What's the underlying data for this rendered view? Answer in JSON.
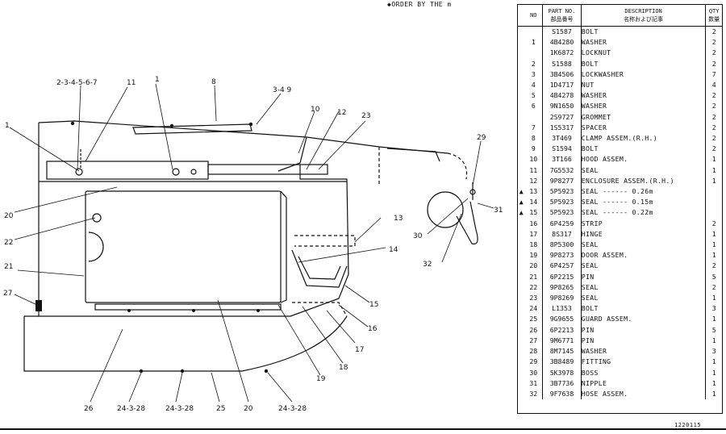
{
  "header_note": "◆ORDER BY THE m",
  "footer_code": "1220115",
  "columns": {
    "no": "NO",
    "part_no": "PART NO.",
    "part_no_jp": "部品番号",
    "description": "DESCRIPTION",
    "description_jp": "名称および記事",
    "qty": "QTY",
    "qty_jp": "数量"
  },
  "parts": [
    {
      "mark": "",
      "no": "",
      "part": "S1587",
      "desc": "BOLT",
      "qty": "2"
    },
    {
      "mark": "",
      "no": "1",
      "part": "4B4280",
      "desc": "WASHER",
      "qty": "2"
    },
    {
      "mark": "",
      "no": "",
      "part": "1K6872",
      "desc": "LOCKNUT",
      "qty": "2"
    },
    {
      "mark": "",
      "no": "2",
      "part": "S1588",
      "desc": "BOLT",
      "qty": "2"
    },
    {
      "mark": "",
      "no": "3",
      "part": "3B4506",
      "desc": "LOCKWASHER",
      "qty": "7"
    },
    {
      "mark": "",
      "no": "4",
      "part": "1D4717",
      "desc": "NUT",
      "qty": "4"
    },
    {
      "mark": "",
      "no": "5",
      "part": "4B4278",
      "desc": "WASHER",
      "qty": "2"
    },
    {
      "mark": "",
      "no": "6",
      "part": "9N1650",
      "desc": "WASHER",
      "qty": "2"
    },
    {
      "mark": "",
      "no": "",
      "part": "2S9727",
      "desc": "GROMMET",
      "qty": "2"
    },
    {
      "mark": "",
      "no": "7",
      "part": "1S5317",
      "desc": "SPACER",
      "qty": "2"
    },
    {
      "mark": "",
      "no": "8",
      "part": "3T469",
      "desc": "CLAMP ASSEM.(R.H.)",
      "qty": "2"
    },
    {
      "mark": "",
      "no": "9",
      "part": "S1594",
      "desc": "BOLT",
      "qty": "2"
    },
    {
      "mark": "",
      "no": "10",
      "part": "3T166",
      "desc": "HOOD ASSEM.",
      "qty": "1"
    },
    {
      "mark": "",
      "no": "11",
      "part": "7G5532",
      "desc": "SEAL",
      "qty": "1"
    },
    {
      "mark": "",
      "no": "12",
      "part": "9P8277",
      "desc": "ENCLOSURE ASSEM.(R.H.)",
      "qty": "1"
    },
    {
      "mark": "▲",
      "no": "13",
      "part": "5P5923",
      "desc": "   SEAL ------ 0.26m",
      "qty": ""
    },
    {
      "mark": "▲",
      "no": "14",
      "part": "5P5923",
      "desc": "   SEAL ------ 0.15m",
      "qty": ""
    },
    {
      "mark": "▲",
      "no": "15",
      "part": "5P5923",
      "desc": "   SEAL ------ 0.22m",
      "qty": ""
    },
    {
      "mark": "",
      "no": "16",
      "part": "6P4259",
      "desc": "   STRIP",
      "qty": "2"
    },
    {
      "mark": "",
      "no": "17",
      "part": "8S317",
      "desc": "   HINGE",
      "qty": "1"
    },
    {
      "mark": "",
      "no": "18",
      "part": "8P5300",
      "desc": "   SEAL",
      "qty": "1"
    },
    {
      "mark": "",
      "no": "19",
      "part": "9P8273",
      "desc": "   DOOR ASSEM.",
      "qty": "1"
    },
    {
      "mark": "",
      "no": "20",
      "part": "6P4257",
      "desc": "    SEAL",
      "qty": "2"
    },
    {
      "mark": "",
      "no": "21",
      "part": "6P2215",
      "desc": "    PIN",
      "qty": "5"
    },
    {
      "mark": "",
      "no": "22",
      "part": "9P8265",
      "desc": "    SEAL",
      "qty": "2"
    },
    {
      "mark": "",
      "no": "23",
      "part": "9P8269",
      "desc": "    SEAL",
      "qty": "1"
    },
    {
      "mark": "",
      "no": "24",
      "part": "L1353",
      "desc": "BOLT",
      "qty": "3"
    },
    {
      "mark": "",
      "no": "25",
      "part": "9G9655",
      "desc": "GUARD ASSEM.",
      "qty": "1"
    },
    {
      "mark": "",
      "no": "26",
      "part": "6P2213",
      "desc": "    PIN",
      "qty": "5"
    },
    {
      "mark": "",
      "no": "27",
      "part": "9M6771",
      "desc": "    PIN",
      "qty": "1"
    },
    {
      "mark": "",
      "no": "28",
      "part": "8M7145",
      "desc": "WASHER",
      "qty": "3"
    },
    {
      "mark": "",
      "no": "29",
      "part": "3B8489",
      "desc": "FITTING",
      "qty": "1"
    },
    {
      "mark": "",
      "no": "30",
      "part": "5K3978",
      "desc": "BOSS",
      "qty": "1"
    },
    {
      "mark": "",
      "no": "31",
      "part": "3B7736",
      "desc": "NIPPLE",
      "qty": "1"
    },
    {
      "mark": "",
      "no": "32",
      "part": "9F7638",
      "desc": "HOSE ASSEM.",
      "qty": "1"
    }
  ],
  "callouts": [
    {
      "id": "2-3-4-5-6-7",
      "text": "2-3-4-5-6-7"
    },
    {
      "id": "11",
      "text": "11"
    },
    {
      "id": "1a",
      "text": "1"
    },
    {
      "id": "8",
      "text": "8"
    },
    {
      "id": "3-4-9",
      "text": "3-4 9"
    },
    {
      "id": "10",
      "text": "10"
    },
    {
      "id": "12",
      "text": "12"
    },
    {
      "id": "23",
      "text": "23"
    },
    {
      "id": "1b",
      "text": "1"
    },
    {
      "id": "29",
      "text": "29"
    },
    {
      "id": "20a",
      "text": "20"
    },
    {
      "id": "22",
      "text": "22"
    },
    {
      "id": "13",
      "text": "13"
    },
    {
      "id": "31",
      "text": "31"
    },
    {
      "id": "30",
      "text": "30"
    },
    {
      "id": "21",
      "text": "21"
    },
    {
      "id": "14",
      "text": "14"
    },
    {
      "id": "32",
      "text": "32"
    },
    {
      "id": "27",
      "text": "27"
    },
    {
      "id": "15",
      "text": "15"
    },
    {
      "id": "16",
      "text": "16"
    },
    {
      "id": "17",
      "text": "17"
    },
    {
      "id": "18",
      "text": "18"
    },
    {
      "id": "19",
      "text": "19"
    },
    {
      "id": "26",
      "text": "26"
    },
    {
      "id": "24a",
      "text": "24-3-28"
    },
    {
      "id": "24b",
      "text": "24-3-28"
    },
    {
      "id": "25",
      "text": "25"
    },
    {
      "id": "20b",
      "text": "20"
    },
    {
      "id": "24c",
      "text": "24-3-28"
    }
  ]
}
